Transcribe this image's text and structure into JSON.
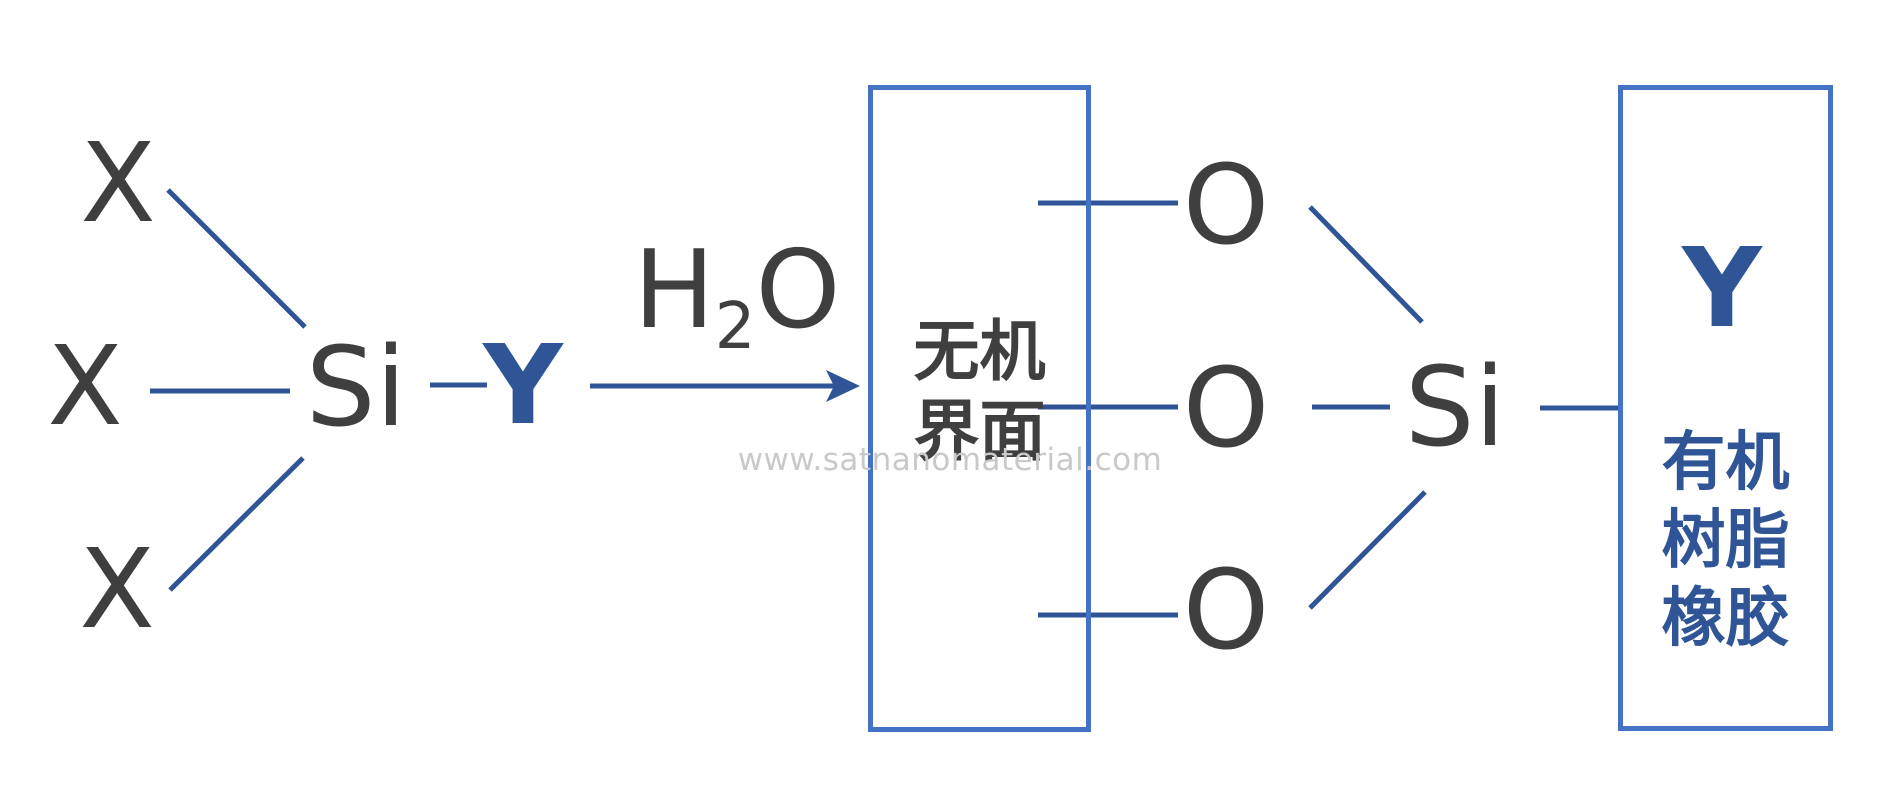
{
  "diagram": {
    "watermark": "www.satnanomaterial.com",
    "colors": {
      "bond_blue": "#2F5597",
      "box_blue": "#4472C4",
      "text_dark": "#3F3F3F",
      "watermark_gray": "#C9C9C9"
    },
    "left_molecule": {
      "x_label": "X",
      "si_label": "Si",
      "y_label": "Y"
    },
    "reaction": {
      "reagent_h": "H",
      "reagent_sub": "2",
      "reagent_o": "O"
    },
    "inorganic_box": {
      "line1": "无机",
      "line2": "界面"
    },
    "right_molecule": {
      "o_label": "O",
      "si_label": "Si"
    },
    "organic_box": {
      "y_label": "Y",
      "line1": "有机",
      "line2": "树脂",
      "line3": "橡胶"
    }
  }
}
